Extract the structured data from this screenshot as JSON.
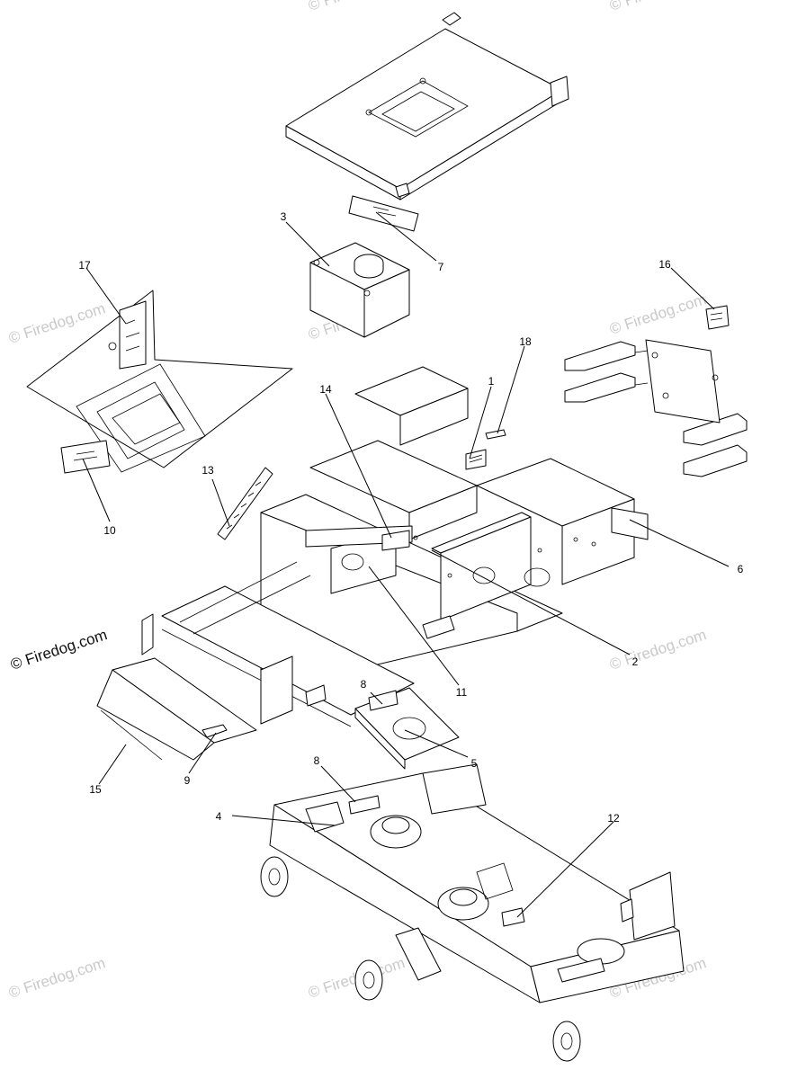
{
  "watermark": {
    "brand_text": "© Firedog.com"
  },
  "callouts": [
    {
      "number": "1"
    },
    {
      "number": "2"
    },
    {
      "number": "3"
    },
    {
      "number": "4"
    },
    {
      "number": "5"
    },
    {
      "number": "6"
    },
    {
      "number": "7"
    },
    {
      "number": "8"
    },
    {
      "number": "8"
    },
    {
      "number": "9"
    },
    {
      "number": "10"
    },
    {
      "number": "11"
    },
    {
      "number": "12"
    },
    {
      "number": "13"
    },
    {
      "number": "14"
    },
    {
      "number": "15"
    },
    {
      "number": "16"
    },
    {
      "number": "17"
    },
    {
      "number": "18"
    }
  ]
}
